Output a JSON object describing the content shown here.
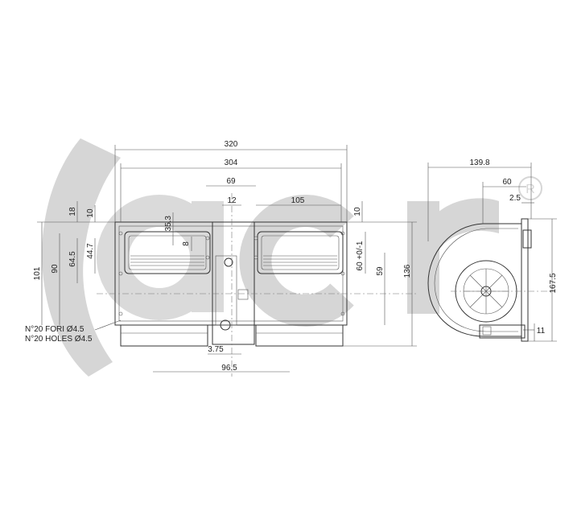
{
  "watermark": {
    "brand": "acr",
    "registered_mark": "R",
    "color": "#d6d6d6"
  },
  "front_view": {
    "dimensions": {
      "overall_width": "320",
      "inner_width": "304",
      "center_span": "69",
      "center_slot": "12",
      "right_offset": "105",
      "top_small_a": "35.3",
      "top_small_b": "8",
      "vent_tolerance": "60 +0/-1",
      "left_h_101": "101",
      "left_h_90": "90",
      "left_h_64_5": "64.5",
      "left_h_44_7": "44.7",
      "left_top_18": "18",
      "left_top_10": "10",
      "right_top_10": "10",
      "right_h_59": "59",
      "right_h_136": "136",
      "bottom_3_75": "3.75",
      "bottom_96_5": "96.5"
    },
    "notes": [
      "N°20 FORI Ø4.5",
      "N°20 HOLES Ø4.5"
    ]
  },
  "side_view": {
    "dimensions": {
      "depth": "139.8",
      "outlet": "60",
      "flange": "2.5",
      "height": "167.5",
      "foot": "11"
    }
  }
}
